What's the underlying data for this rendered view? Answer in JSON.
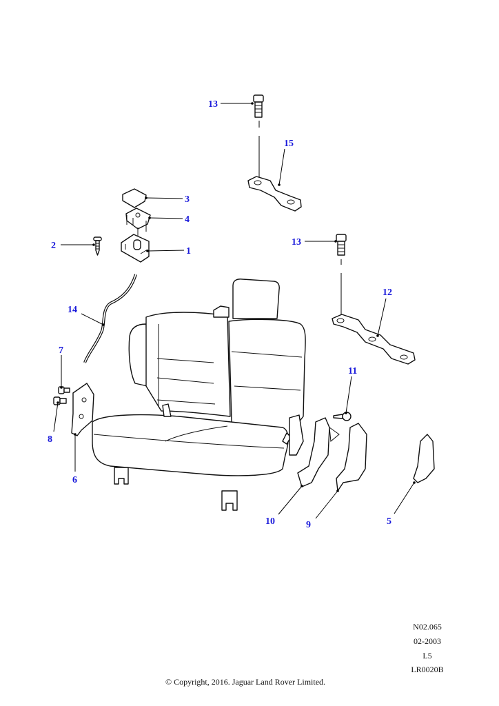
{
  "callouts": {
    "c1": "1",
    "c2": "2",
    "c3": "3",
    "c4": "4",
    "c5": "5",
    "c6": "6",
    "c7": "7",
    "c8": "8",
    "c9": "9",
    "c10": "10",
    "c11": "11",
    "c12": "12",
    "c13a": "13",
    "c13b": "13",
    "c14": "14",
    "c15": "15"
  },
  "meta": {
    "ref": "N02.065",
    "date": "02-2003",
    "level": "L5",
    "code": "LR0020B"
  },
  "copyright": "© Copyright, 2016. Jaguar Land Rover Limited.",
  "colors": {
    "callout": "#1a1adb",
    "line": "#000000"
  }
}
